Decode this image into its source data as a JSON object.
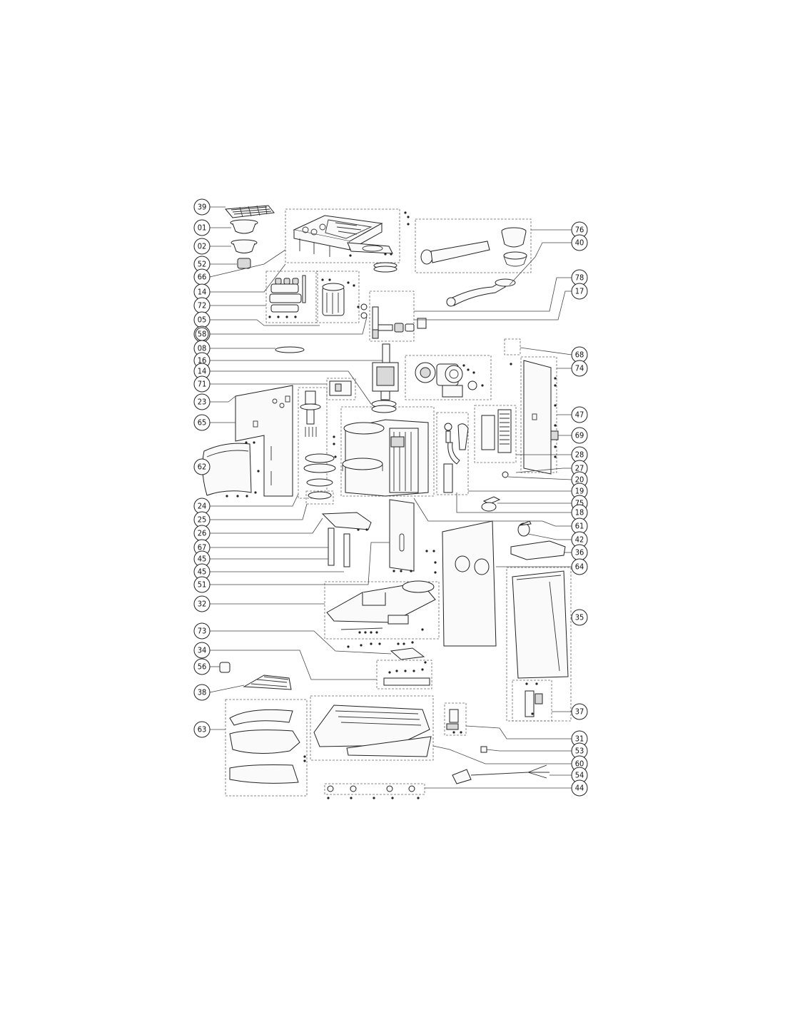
{
  "diagram": {
    "labels": {
      "left": [
        "39",
        "01",
        "02",
        "52",
        "66",
        "14",
        "72",
        "05",
        "58",
        "08",
        "16",
        "14",
        "71",
        "23",
        "65",
        "62",
        "24",
        "25",
        "26",
        "67",
        "45",
        "45",
        "51",
        "32",
        "73",
        "34",
        "56",
        "38",
        "63"
      ],
      "right": [
        "76",
        "40",
        "78",
        "17",
        "68",
        "74",
        "47",
        "69",
        "28",
        "27",
        "20",
        "19",
        "75",
        "18",
        "61",
        "42",
        "36",
        "64",
        "35",
        "37",
        "31",
        "53",
        "60",
        "54",
        "44"
      ]
    }
  }
}
